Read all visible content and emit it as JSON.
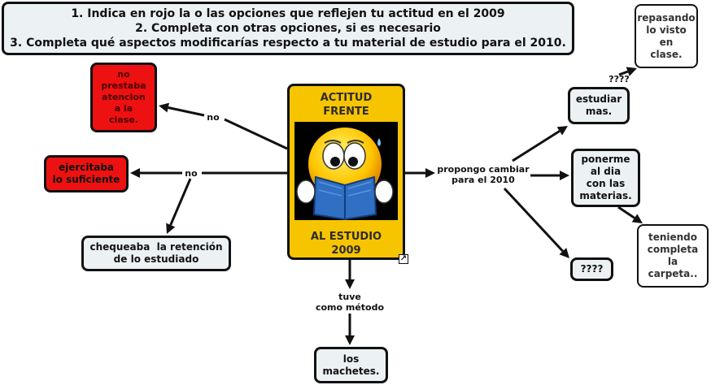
{
  "header": {
    "line1": "1. Indica en rojo la o las opciones que reflejen tu actitud en el 2009",
    "line2": "2. Completa con otras opciones, si es necesario",
    "line3": "3. Completa qué aspectos modificarías respecto a tu material de estudio para el 2010."
  },
  "center": {
    "title_top": [
      "ACTITUD",
      "FRENTE"
    ],
    "title_bottom": [
      "AL ESTUDIO",
      "2009"
    ],
    "image_icon": "smiley-reading-book-icon",
    "shortcut_icon": "shortcut-arrow-icon"
  },
  "left": {
    "no_prestaba": [
      "no",
      "prestaba",
      "atencion",
      "a la",
      "clase."
    ],
    "ejercitaba": [
      "ejercitaba",
      "lo suficiente"
    ],
    "chequeaba": [
      "chequeaba  la retención",
      "de lo estudiado"
    ],
    "link_no_1": "no",
    "link_no_2": "no"
  },
  "bottom": {
    "link_tuve": [
      "tuve",
      "como método"
    ],
    "machetes": [
      "los",
      "machetes."
    ]
  },
  "right": {
    "link_propongo": [
      "propongo cambiar",
      "para el 2010"
    ],
    "estudiar": [
      "estudiar",
      "mas."
    ],
    "ponerme": [
      "ponerme",
      "al dia",
      "con las",
      "materias."
    ],
    "unknown": "????",
    "link_qqq": "????",
    "repasando": [
      "repasando",
      "lo visto",
      "en",
      "clase."
    ],
    "teniendo": [
      "teniendo",
      "completa",
      "la",
      "carpeta.."
    ]
  },
  "colors": {
    "node_fill": "#ecf1f3",
    "red_fill": "#ee1111",
    "center_fill": "#f7c400",
    "stroke": "#111111"
  }
}
